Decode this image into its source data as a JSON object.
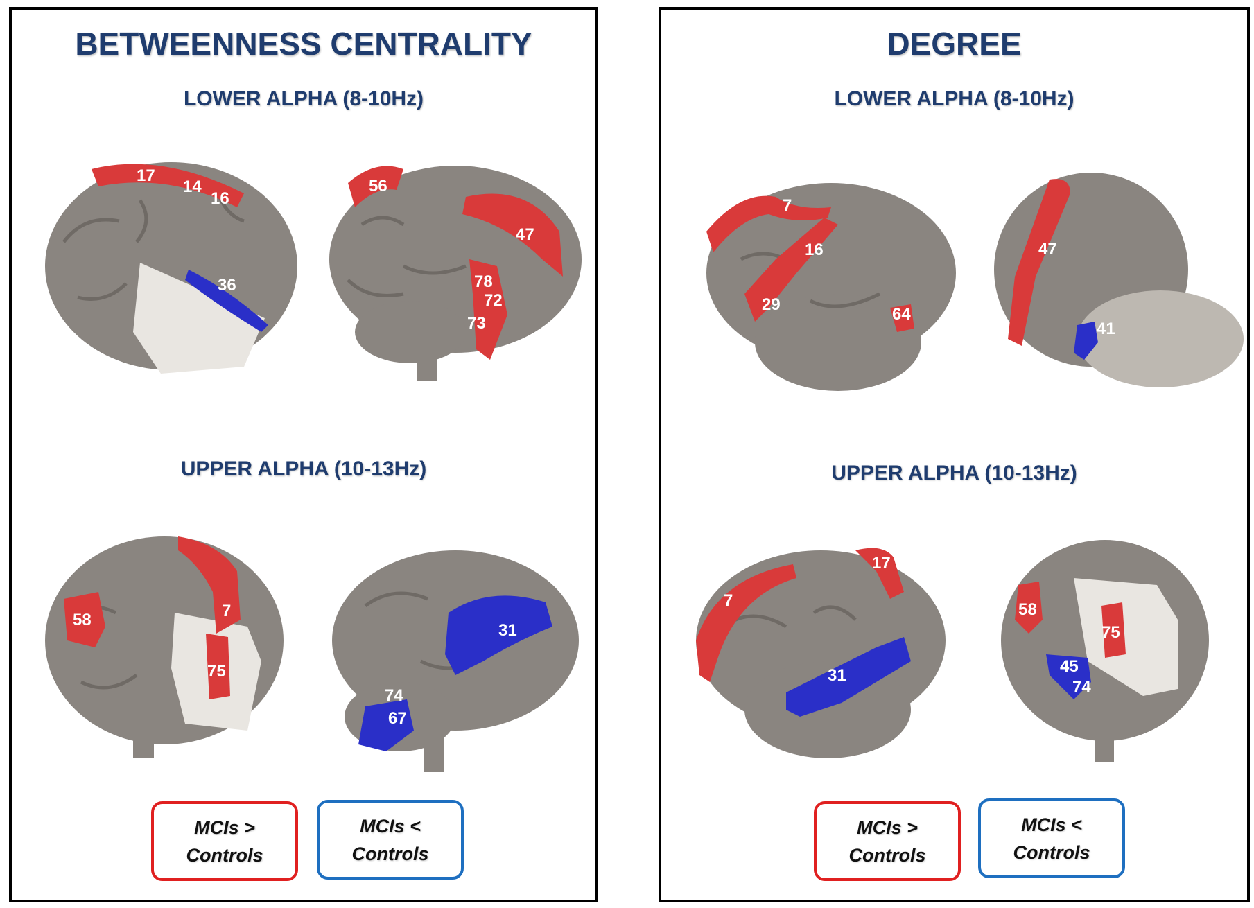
{
  "colors": {
    "title": "#1f3c6e",
    "increase": "#e02020",
    "decrease": "#1e6fc0",
    "region_red": "#d93a3a",
    "region_blue": "#2a2fc8",
    "cortex": "#8a8580"
  },
  "left_panel": {
    "title": "BETWEENNESS CENTRALITY",
    "lower_alpha": "LOWER ALPHA (8-10Hz)",
    "upper_alpha": "UPPER ALPHA (10-13Hz)",
    "brains": {
      "lower_a": {
        "labels": [
          "17",
          "14",
          "16",
          "36"
        ]
      },
      "lower_b": {
        "labels": [
          "56",
          "47",
          "78",
          "72",
          "73"
        ]
      },
      "upper_a": {
        "labels": [
          "58",
          "7",
          "75"
        ]
      },
      "upper_b": {
        "labels": [
          "31",
          "74",
          "67"
        ]
      }
    },
    "legend": {
      "greater_line1": "MCIs >",
      "greater_line2": "Controls",
      "less_line1": "MCIs <",
      "less_line2": "Controls"
    }
  },
  "right_panel": {
    "title": "DEGREE",
    "lower_alpha": "LOWER ALPHA (8-10Hz)",
    "upper_alpha": "UPPER ALPHA (10-13Hz)",
    "brains": {
      "lower_a": {
        "labels": [
          "7",
          "16",
          "29",
          "64"
        ]
      },
      "lower_b": {
        "labels": [
          "47",
          "41"
        ]
      },
      "upper_a": {
        "labels": [
          "7",
          "17",
          "31"
        ]
      },
      "upper_b": {
        "labels": [
          "58",
          "75",
          "45",
          "74"
        ]
      }
    },
    "legend": {
      "greater_line1": "MCIs >",
      "greater_line2": "Controls",
      "less_line1": "MCIs <",
      "less_line2": "Controls"
    }
  }
}
